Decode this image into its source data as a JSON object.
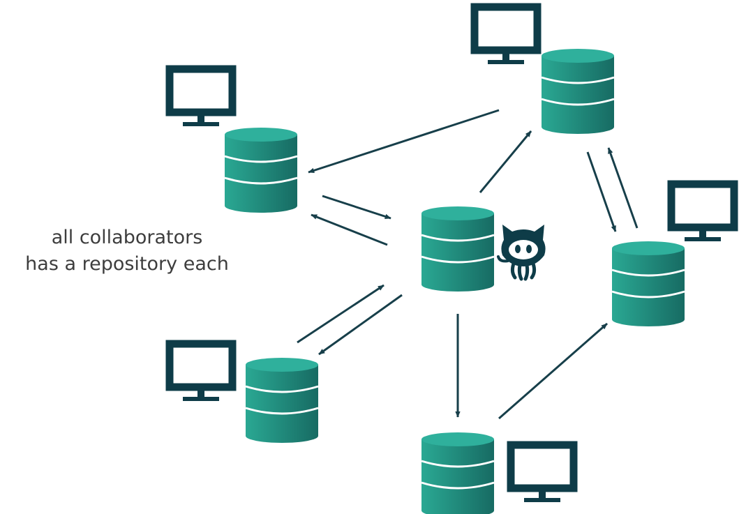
{
  "diagram": {
    "caption": {
      "line1": "all collaborators",
      "line2": "has a repository each"
    },
    "colors": {
      "repo_fill_light": "#2aa893",
      "repo_fill_dark": "#176b63",
      "monitor": "#0e3c48",
      "arrow": "#173f4a",
      "caption_text": "#3d3d3d"
    },
    "nodes": [
      {
        "id": "central-repo",
        "icon": "database-icon",
        "badge": "github-octocat-icon"
      },
      {
        "id": "repo-top-left",
        "icon": "database-icon",
        "computer": "monitor-icon"
      },
      {
        "id": "repo-top-right",
        "icon": "database-icon",
        "computer": "monitor-icon"
      },
      {
        "id": "repo-right",
        "icon": "database-icon",
        "computer": "monitor-icon"
      },
      {
        "id": "repo-bottom-left",
        "icon": "database-icon",
        "computer": "monitor-icon"
      },
      {
        "id": "repo-bottom",
        "icon": "database-icon",
        "computer": "monitor-icon"
      }
    ]
  }
}
